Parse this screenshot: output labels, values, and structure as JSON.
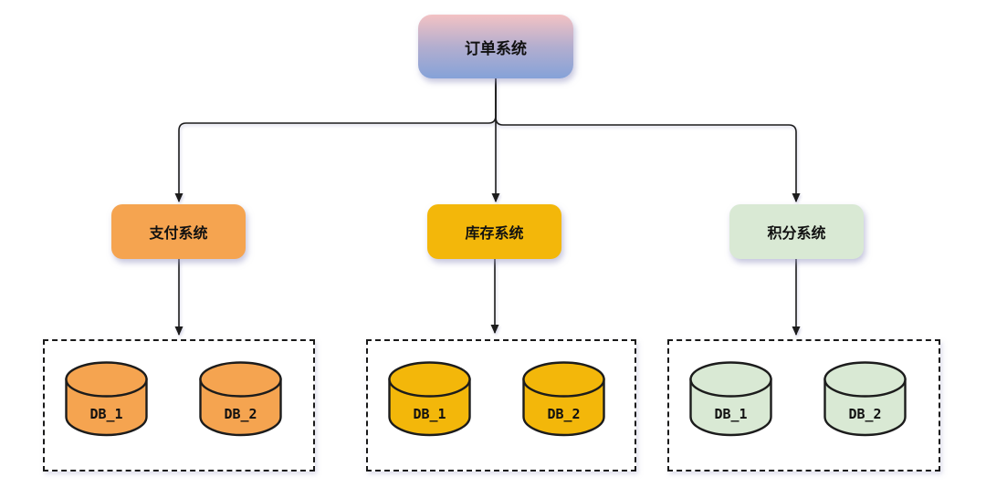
{
  "diagram": {
    "root": {
      "label": "订单系统"
    },
    "systems": [
      {
        "label": "支付系统",
        "color": "#F5A450",
        "databases": [
          "DB_1",
          "DB_2"
        ]
      },
      {
        "label": "库存系统",
        "color": "#F3B70A",
        "databases": [
          "DB_1",
          "DB_2"
        ]
      },
      {
        "label": "积分系统",
        "color": "#D9E9D4",
        "databases": [
          "DB_1",
          "DB_2"
        ]
      }
    ],
    "colors": {
      "root_gradient_top": "#F3C2C3",
      "root_gradient_bottom": "#85A2D8",
      "connector_line": "#1c1c1c",
      "dashed_border": "#1a1a1a",
      "background": "#ffffff"
    }
  }
}
